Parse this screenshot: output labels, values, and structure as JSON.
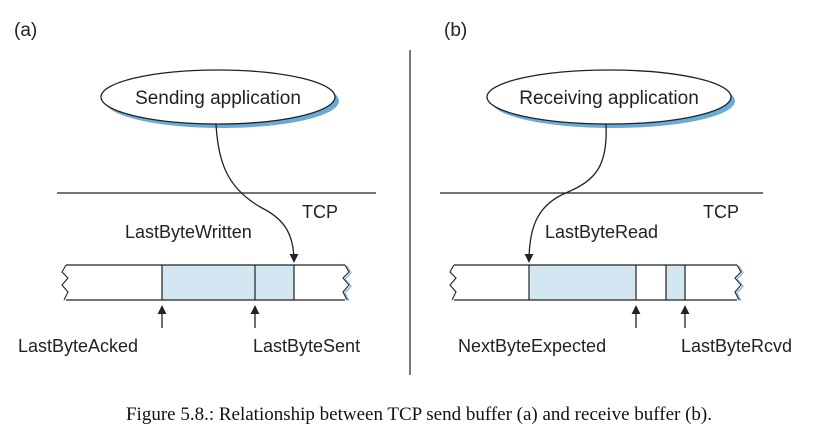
{
  "panel_a": {
    "tag": "(a)",
    "app": "Sending application",
    "layer": "TCP",
    "pointer_top": "LastByteWritten",
    "marker_left": "LastByteAcked",
    "marker_right": "LastByteSent"
  },
  "panel_b": {
    "tag": "(b)",
    "app": "Receiving application",
    "layer": "TCP",
    "pointer_top": "LastByteRead",
    "marker_left": "NextByteExpected",
    "marker_right": "LastByteRcvd"
  },
  "caption": "Figure 5.8.: Relationship between TCP send buffer (a) and receive buffer (b).",
  "colors": {
    "buffer_fill": "#d3e7f2",
    "ellipse_shadow": "#6aaad6",
    "line": "#222222"
  }
}
